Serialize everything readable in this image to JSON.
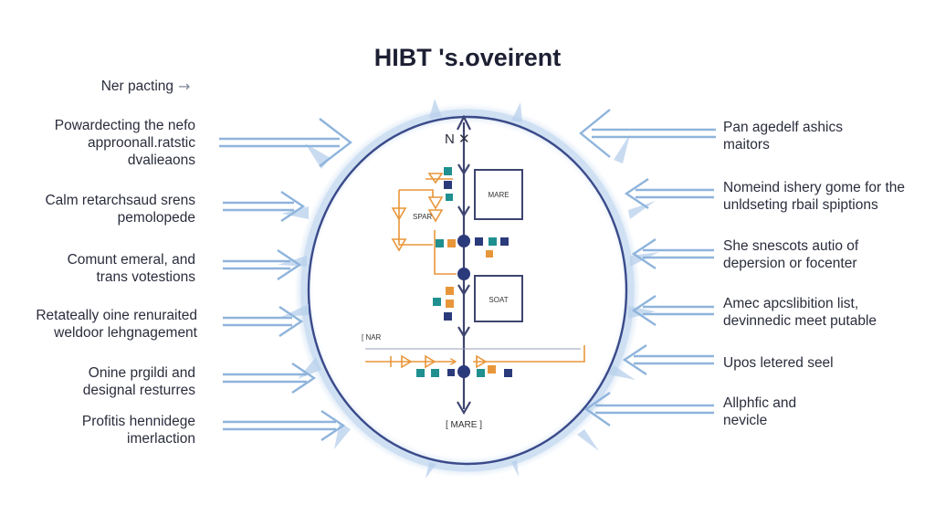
{
  "title": "HIBT 's.oveirent",
  "top_left_label": "Ner pacting",
  "left_labels": [
    [
      "Powardecting the nefo",
      "approonall.ratstic",
      "dvalieaons"
    ],
    [
      "Calm retarchsaud srens",
      "pemolopede"
    ],
    [
      "Comunt emeral, and",
      "trans votestions"
    ],
    [
      "Retateally oine renuraited",
      "weldoor lehgnagement"
    ],
    [
      "Onine prgildi and",
      "designal resturres"
    ],
    [
      "Profitis hennidege",
      "imerlaction"
    ]
  ],
  "right_labels": [
    [
      "Pan agedelf ashics",
      "maitors"
    ],
    [
      "Nomeind ishery gome for the",
      "unldseting rbail spiptions"
    ],
    [
      "She snescots autio of",
      "depersion or focenter"
    ],
    [
      "Amec apcslibition list,",
      "devinnedic meet putable"
    ],
    [
      "Upos letered seel"
    ],
    [
      "Allphfic and",
      "nevicle"
    ]
  ],
  "diagram": {
    "axis_label": "N ✕",
    "box_top": "MARE",
    "box_mid": "SOAT",
    "small_left": "SPAR",
    "bracket_top": "[ NAR",
    "bottom_box": "[ MARE ]"
  },
  "colors": {
    "circle_stroke": "#3a4a8a",
    "halo": "#c9dcf0",
    "arrow": "#8fb4dc",
    "axis": "#3e4470",
    "orange": "#e8963a",
    "teal": "#1f8f8f",
    "navy": "#2b3a7a",
    "text": "#2a2d3c"
  },
  "icons": [
    "right-arrow-icon",
    "double-arrow-icon"
  ]
}
